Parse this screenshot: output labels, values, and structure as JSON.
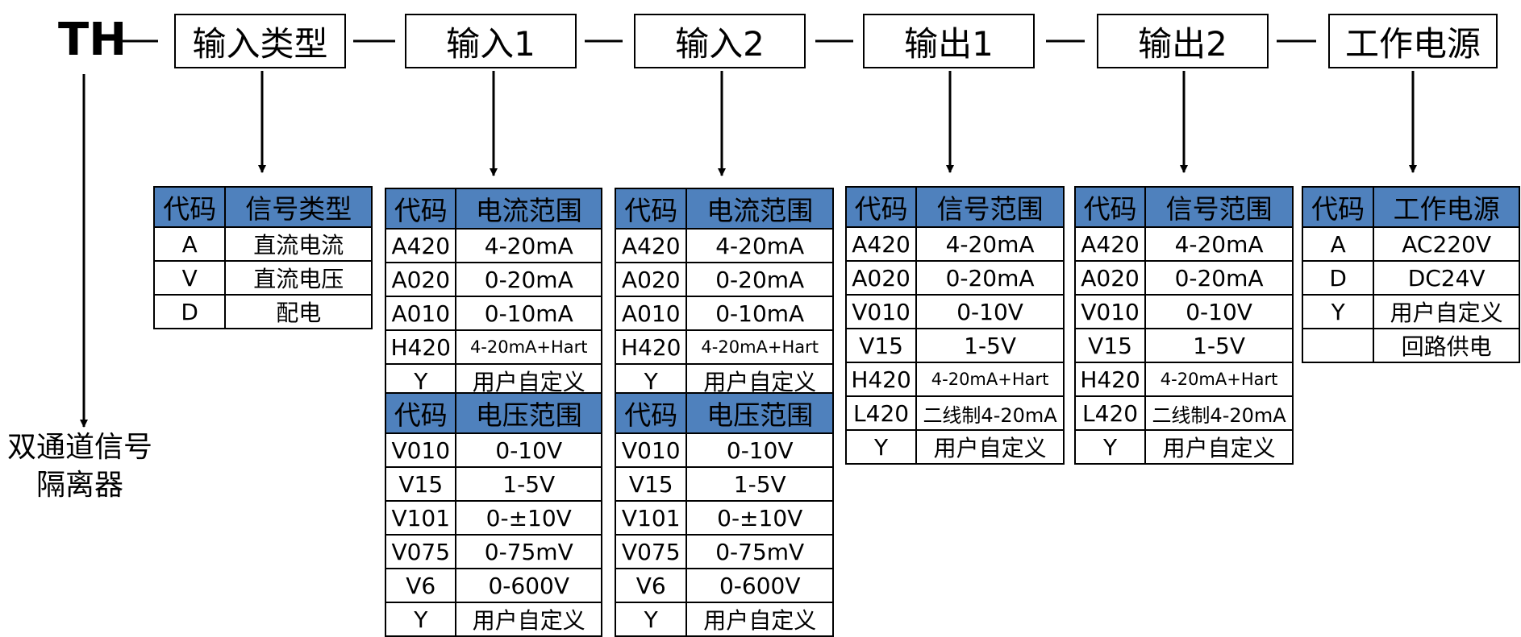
{
  "prefix": "TH",
  "nodes": [
    {
      "label": "输入类型"
    },
    {
      "label": "输入1"
    },
    {
      "label": "输入2"
    },
    {
      "label": "输出1"
    },
    {
      "label": "输出2"
    },
    {
      "label": "工作电源"
    }
  ],
  "note": {
    "line1": "双通道信号",
    "line2": "隔离器"
  },
  "tables": {
    "input_type": {
      "headers": [
        "代码",
        "信号类型"
      ],
      "rows": [
        [
          "A",
          "直流电流"
        ],
        [
          "V",
          "直流电压"
        ],
        [
          "D",
          "配电"
        ]
      ]
    },
    "input1_current": {
      "headers": [
        "代码",
        "电流范围"
      ],
      "rows": [
        [
          "A420",
          "4-20mA"
        ],
        [
          "A020",
          "0-20mA"
        ],
        [
          "A010",
          "0-10mA"
        ],
        [
          "H420",
          "4-20mA+Hart"
        ],
        [
          "Y",
          "用户自定义"
        ]
      ]
    },
    "input1_voltage": {
      "headers": [
        "代码",
        "电压范围"
      ],
      "rows": [
        [
          "V010",
          "0-10V"
        ],
        [
          "V15",
          "1-5V"
        ],
        [
          "V101",
          "0-±10V"
        ],
        [
          "V075",
          "0-75mV"
        ],
        [
          "V6",
          "0-600V"
        ],
        [
          "Y",
          "用户自定义"
        ]
      ]
    },
    "input2_current": {
      "headers": [
        "代码",
        "电流范围"
      ],
      "rows": [
        [
          "A420",
          "4-20mA"
        ],
        [
          "A020",
          "0-20mA"
        ],
        [
          "A010",
          "0-10mA"
        ],
        [
          "H420",
          "4-20mA+Hart"
        ],
        [
          "Y",
          "用户自定义"
        ]
      ]
    },
    "input2_voltage": {
      "headers": [
        "代码",
        "电压范围"
      ],
      "rows": [
        [
          "V010",
          "0-10V"
        ],
        [
          "V15",
          "1-5V"
        ],
        [
          "V101",
          "0-±10V"
        ],
        [
          "V075",
          "0-75mV"
        ],
        [
          "V6",
          "0-600V"
        ],
        [
          "Y",
          "用户自定义"
        ]
      ]
    },
    "output1": {
      "headers": [
        "代码",
        "信号范围"
      ],
      "rows": [
        [
          "A420",
          "4-20mA"
        ],
        [
          "A020",
          "0-20mA"
        ],
        [
          "V010",
          "0-10V"
        ],
        [
          "V15",
          "1-5V"
        ],
        [
          "H420",
          "4-20mA+Hart"
        ],
        [
          "L420",
          "二线制4-20mA"
        ],
        [
          "Y",
          "用户自定义"
        ]
      ]
    },
    "output2": {
      "headers": [
        "代码",
        "信号范围"
      ],
      "rows": [
        [
          "A420",
          "4-20mA"
        ],
        [
          "A020",
          "0-20mA"
        ],
        [
          "V010",
          "0-10V"
        ],
        [
          "V15",
          "1-5V"
        ],
        [
          "H420",
          "4-20mA+Hart"
        ],
        [
          "L420",
          "二线制4-20mA"
        ],
        [
          "Y",
          "用户自定义"
        ]
      ]
    },
    "power": {
      "headers": [
        "代码",
        "工作电源"
      ],
      "rows": [
        [
          "A",
          "AC220V"
        ],
        [
          "D",
          "DC24V"
        ],
        [
          "Y",
          "用户自定义"
        ],
        [
          "",
          "回路供电"
        ]
      ]
    }
  },
  "colors": {
    "header_fill": "#4f81bd",
    "line": "#000000",
    "background": "#ffffff"
  }
}
